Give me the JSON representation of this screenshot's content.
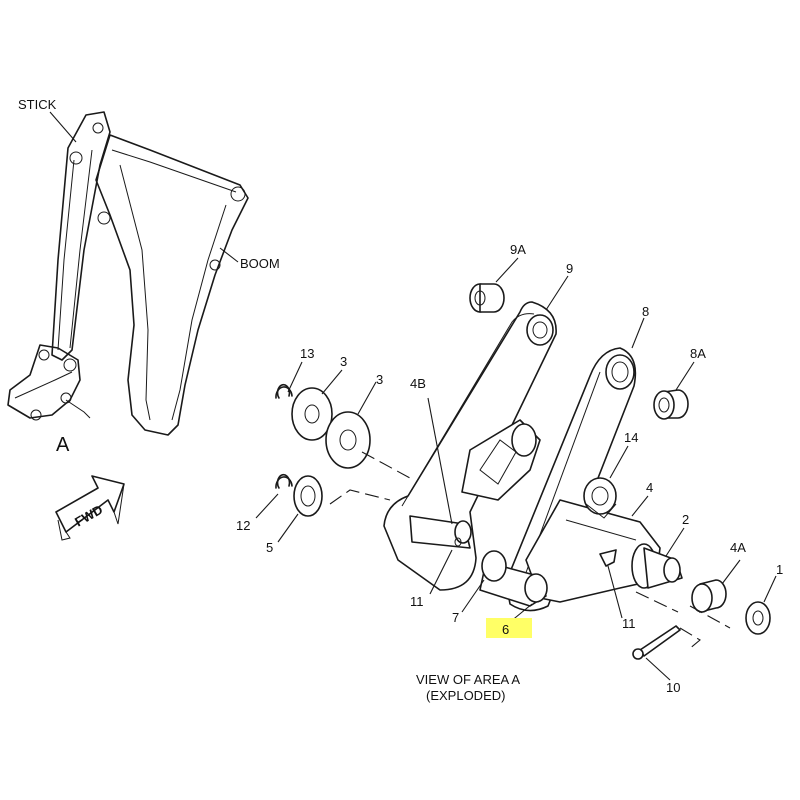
{
  "labels": {
    "stick": "STICK",
    "boom": "BOOM",
    "area": "A",
    "fwd": "FWD",
    "view_line1": "VIEW OF AREA A",
    "view_line2": "(EXPLODED)"
  },
  "callouts": {
    "p9a": "9A",
    "p9": "9",
    "p8": "8",
    "p8a": "8A",
    "p13": "13",
    "p3a": "3",
    "p3b": "3",
    "p4b": "4B",
    "p14": "14",
    "p4": "4",
    "p2": "2",
    "p4a": "4A",
    "p1": "1",
    "p12": "12",
    "p5": "5",
    "p11a": "11",
    "p7": "7",
    "p6": "6",
    "p11b": "11",
    "p10": "10"
  },
  "colors": {
    "line": "#1a1a1a",
    "highlight": "#ffff66"
  }
}
